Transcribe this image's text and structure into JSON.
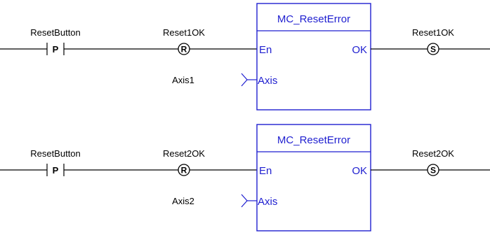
{
  "colors": {
    "block_outline": "#1f1fd0",
    "block_text": "#1f1fd0",
    "wire": "#000000",
    "background": "#ffffff"
  },
  "rungs": [
    {
      "contact": {
        "variable": "ResetButton",
        "type_letter": "P"
      },
      "reset_coil": {
        "variable": "Reset1OK",
        "type_letter": "R"
      },
      "block": {
        "name": "MC_ResetError",
        "en_pin": "En",
        "axis_pin": "Axis",
        "ok_pin": "OK"
      },
      "axis_input": "Axis1",
      "set_coil": {
        "variable": "Reset1OK",
        "type_letter": "S"
      }
    },
    {
      "contact": {
        "variable": "ResetButton",
        "type_letter": "P"
      },
      "reset_coil": {
        "variable": "Reset2OK",
        "type_letter": "R"
      },
      "block": {
        "name": "MC_ResetError",
        "en_pin": "En",
        "axis_pin": "Axis",
        "ok_pin": "OK"
      },
      "axis_input": "Axis2",
      "set_coil": {
        "variable": "Reset2OK",
        "type_letter": "S"
      }
    }
  ]
}
